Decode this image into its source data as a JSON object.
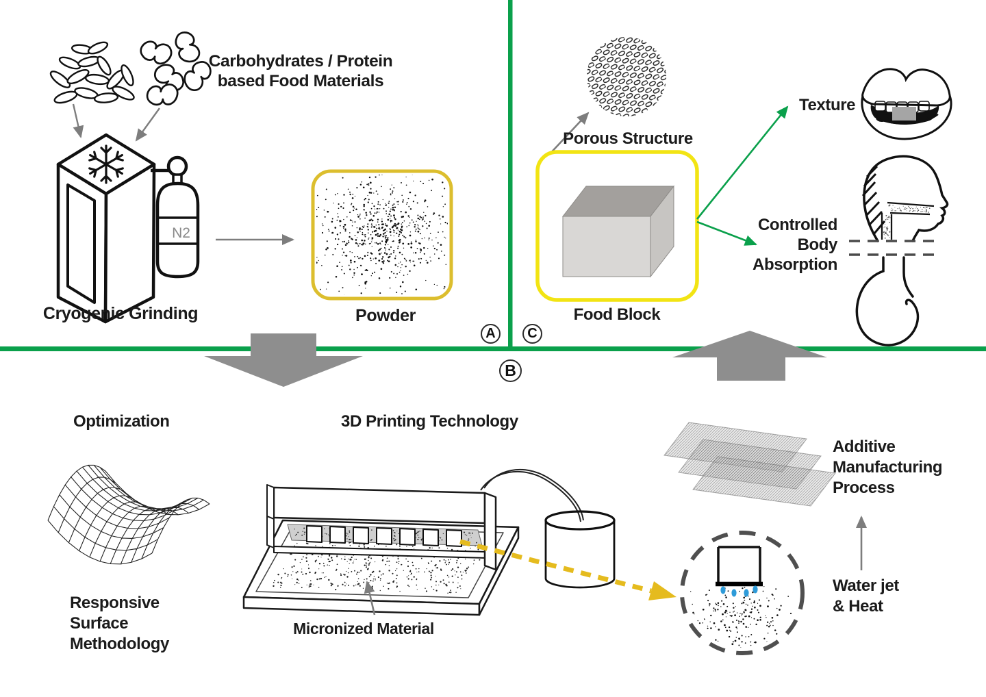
{
  "panel_a": {
    "marker": "A",
    "materials_lines": [
      "Carbohydrates / Protein",
      "based Food Materials"
    ],
    "grinder_label": "Cryogenic Grinding",
    "tank_label": "N2",
    "powder_label": "Powder"
  },
  "panel_c": {
    "marker": "C",
    "porous_label": "Porous Structure",
    "food_block_label": "Food Block",
    "texture_label": "Texture",
    "absorption_lines": [
      "Controlled",
      "Body",
      "Absorption"
    ]
  },
  "panel_b": {
    "marker": "B",
    "optimization_label": "Optimization",
    "printing_title": "3D Printing Technology",
    "rsm_lines": [
      "Responsive",
      "Surface",
      "Methodology"
    ],
    "micronized_label": "Micronized Material",
    "additive_lines": [
      "Additive",
      "Manufacturing",
      "Process"
    ],
    "waterjet_lines": [
      "Water jet",
      "& Heat"
    ]
  },
  "colors": {
    "divider_green": "#0aa04b",
    "arrow_gray": "#8e8e8e",
    "powder_box_yellow": "#dcbe2e",
    "food_box_yellow": "#f2e413",
    "dashed_arrow_yellow": "#e5bb1e",
    "droplet_blue": "#2e9bd9",
    "tank_text_gray": "#8a8a8a"
  }
}
